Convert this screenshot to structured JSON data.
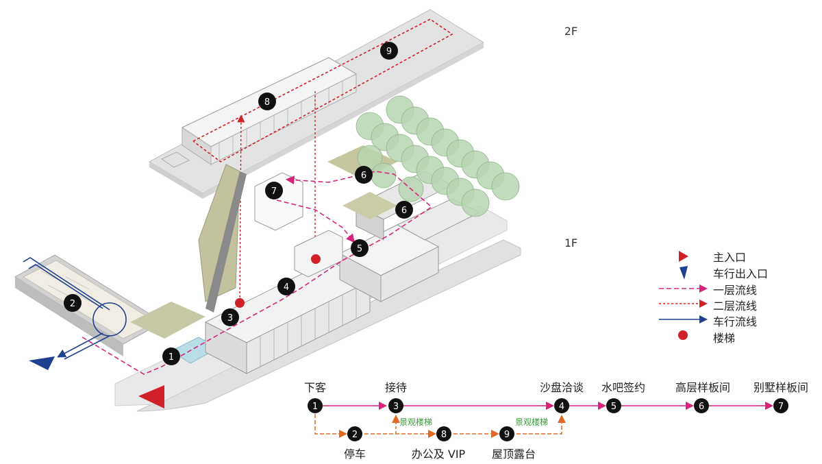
{
  "floors": {
    "upper": "2F",
    "lower": "1F"
  },
  "legend": {
    "main_entrance": "主入口",
    "vehicle_entrance": "车行出入口",
    "first_floor_flow": "一层流线",
    "second_floor_flow": "二层流线",
    "vehicle_flow": "车行流线",
    "stairs": "楼梯"
  },
  "plan_markers": [
    "1",
    "2",
    "3",
    "4",
    "5",
    "6",
    "6",
    "7",
    "8",
    "9"
  ],
  "sequence": {
    "steps": [
      {
        "num": "1",
        "label": "下客"
      },
      {
        "num": "3",
        "label": "接待"
      },
      {
        "num": "4",
        "label": "沙盘洽谈"
      },
      {
        "num": "5",
        "label": "水吧签约"
      },
      {
        "num": "6",
        "label": "高层样板间"
      },
      {
        "num": "7",
        "label": "别墅样板间"
      }
    ],
    "sub_steps": [
      {
        "num": "2",
        "label": "停车"
      },
      {
        "num": "8",
        "label": "办公及 VIP"
      },
      {
        "num": "9",
        "label": "屋顶露台"
      }
    ],
    "stair_label_1": "景观楼梯",
    "stair_label_2": "景观楼梯"
  },
  "colors": {
    "first_floor_flow": "#d6247d",
    "second_floor_flow": "#d0202a",
    "vehicle_flow": "#1f3f8f",
    "sub_flow": "#e06a24",
    "stair_text": "#3a9a3a",
    "marker": "#111111"
  }
}
